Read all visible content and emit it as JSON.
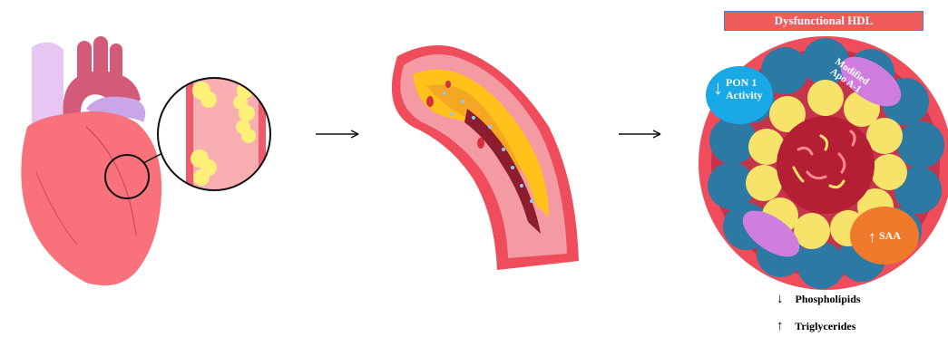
{
  "panels": {
    "hdl": {
      "title": "Dysfunctional HDL",
      "pon1": {
        "arrow": "↓",
        "line1": "PON 1",
        "line2": "Activity"
      },
      "apo": {
        "line1": "Modified",
        "line2": "Apo A-1"
      },
      "saa": {
        "arrow": "↑",
        "text": "SAA"
      }
    }
  },
  "legend": {
    "phospholipids": {
      "arrow": "↓",
      "text": "Phospholipids"
    },
    "triglycerides": {
      "arrow": "↑",
      "text": "Triglycerides"
    }
  },
  "colors": {
    "heart_pink": "#f9717b",
    "heart_pink_dark": "#e05f70",
    "aorta": "#d9587a",
    "vessel_lilac": "#c9a6e8",
    "plaque_yellow": "#ffd955",
    "artery_red": "#ef4c5c",
    "hdl_blue": "#2c7aa3",
    "hdl_yellow": "#f7e36a",
    "hdl_core": "#b51f36",
    "pon_blue": "#19a9e6",
    "apo_violet": "#cf7ee0",
    "saa_orange": "#ef7a2c"
  }
}
